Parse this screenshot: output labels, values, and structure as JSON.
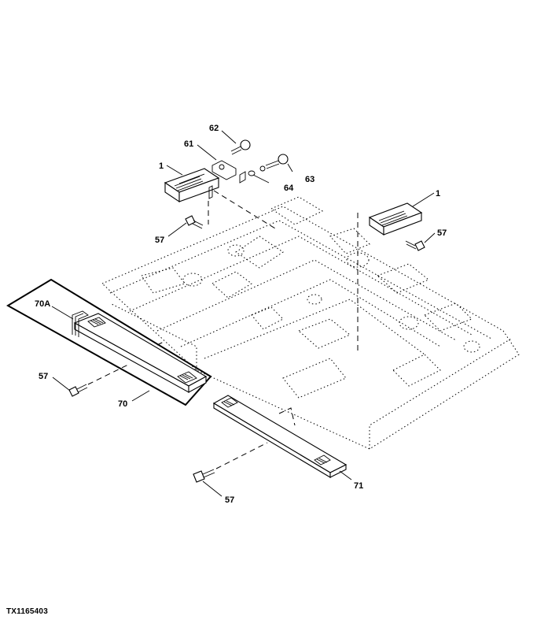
{
  "figure_id": "TX1165403",
  "callouts": {
    "c1_top": "1",
    "c1_right": "1",
    "c57_a": "57",
    "c57_b": "57",
    "c57_c": "57",
    "c57_d": "57",
    "c61": "61",
    "c62": "62",
    "c63": "63",
    "c64": "64",
    "c70": "70",
    "c70a": "70A",
    "c71": "71"
  }
}
